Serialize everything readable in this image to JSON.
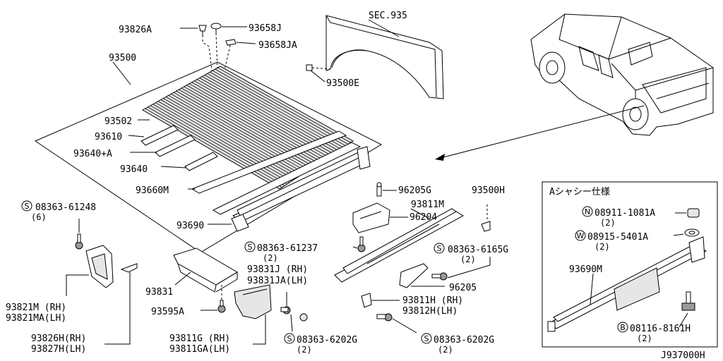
{
  "callouts": {
    "p93826a": "93826A",
    "p93658j": "93658J",
    "p93658ja": "93658JA",
    "p93500": "93500",
    "p93502": "93502",
    "p93610": "93610",
    "p93640a": "93640+A",
    "p93640": "93640",
    "p93660m": "93660M",
    "p93690": "93690",
    "sec935": "SEC.935",
    "p93500e": "93500E",
    "b08363_61248": "08363-61248",
    "b08363_61248_qty": "(6)",
    "p93821m": "93821M (RH)",
    "p93821ma": "93821MA(LH)",
    "p93826h": "93826H(RH)",
    "p93827h": "93827H(LH)",
    "p93831": "93831",
    "p93595a": "93595A",
    "p93831j": "93831J (RH)",
    "p93831ja": "93831JA(LH)",
    "p93811g": "93811G (RH)",
    "p93811ga": "93811GA(LH)",
    "b08363_6202g_a": "08363-6202G",
    "b08363_6202g_a_qty": "(2)",
    "p96205g": "96205G",
    "p93811m": "93811M",
    "p96204": "96204",
    "b08363_61237": "08363-61237",
    "b08363_61237_qty": "(2)",
    "p93500h": "93500H",
    "b08363_6165g": "08363-6165G",
    "b08363_6165g_qty": "(2)",
    "p96205": "96205",
    "p93811h": "93811H (RH)",
    "p93812h": "93812H(LH)",
    "b08363_6202g_b": "08363-6202G",
    "b08363_6202g_b_qty": "(2)"
  },
  "inset": {
    "title": "Aシャシー仕様",
    "n08911": "08911-1081A",
    "n08911_qty": "(2)",
    "w08915": "08915-5401A",
    "w08915_qty": "(2)",
    "p93690m": "93690M",
    "b08116": "08116-8161H",
    "b08116_qty": "(2)"
  },
  "symbols": {
    "screw": "S",
    "nut": "N",
    "washer": "W",
    "bolt": "B"
  },
  "diagram_id": "J937000H"
}
